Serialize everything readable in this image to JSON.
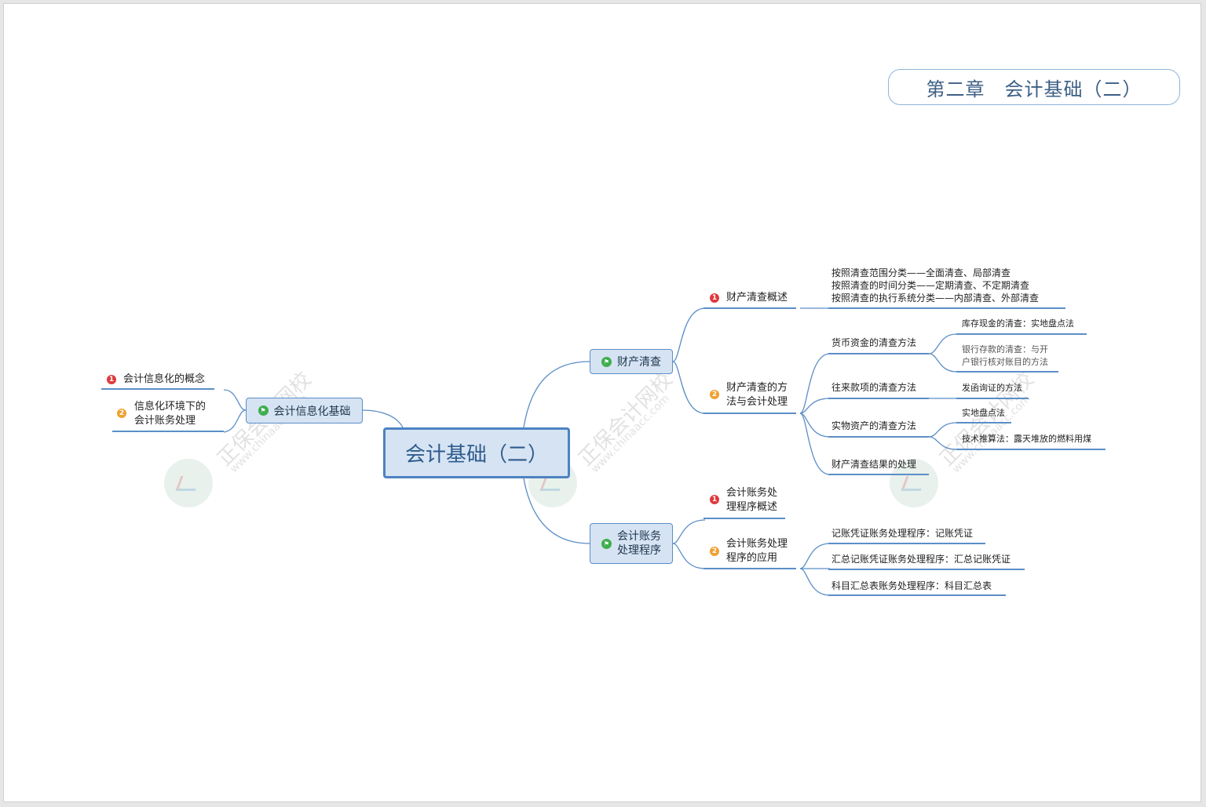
{
  "title": "第二章　会计基础（二）",
  "root": "会计基础（二）",
  "left_branch": {
    "label": "会计信息化基础",
    "children": [
      "会计信息化的概念",
      "信息化环境下的\n会计账务处理"
    ]
  },
  "branch1": {
    "label": "财产清查",
    "child1": {
      "label": "财产清查概述",
      "items": [
        "按照清查范围分类——全面清查、局部清查",
        "按照清查的时间分类——定期清查、不定期清查",
        "按照清查的执行系统分类——内部清查、外部清查"
      ]
    },
    "child2": {
      "label": "财产清查的方\n法与会计处理",
      "methods": [
        {
          "label": "货币资金的清查方法",
          "subs": [
            "库存现金的清查：实地盘点法",
            "银行存款的清查：与开\n户银行核对账目的方法"
          ]
        },
        {
          "label": "往来款项的清查方法",
          "subs": [
            "发函询证的方法"
          ]
        },
        {
          "label": "实物资产的清查方法",
          "subs": [
            "实地盘点法",
            "技术推算法：露天堆放的燃料用煤"
          ]
        },
        {
          "label": "财产清查结果的处理",
          "subs": []
        }
      ]
    }
  },
  "branch2": {
    "label": "会计账务\n处理程序",
    "child1": {
      "label": "会计账务处\n理程序概述"
    },
    "child2": {
      "label": "会计账务处理\n程序的应用",
      "items": [
        "记账凭证账务处理程序：记账凭证",
        "汇总记账凭证账务处理程序：汇总记账凭证",
        "科目汇总表账务处理程序：科目汇总表"
      ]
    }
  },
  "badges": [
    "1",
    "2"
  ],
  "watermark": {
    "text": "正保会计网校",
    "url": "www.chinaacc.com"
  },
  "colors": {
    "line": "#5b8ec7",
    "node_fill": "#d5e3f3",
    "badge1": "#e0393e",
    "badge2": "#f0a030",
    "flag": "#3fae4e"
  }
}
